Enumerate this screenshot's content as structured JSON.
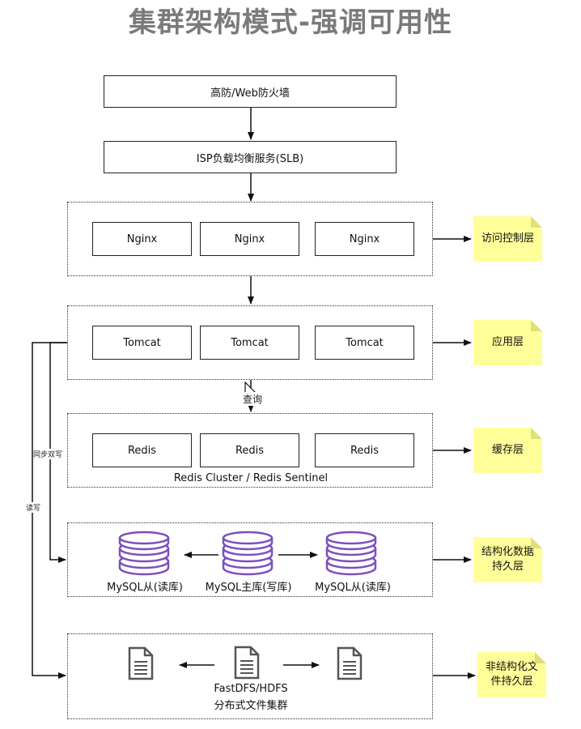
{
  "title": "集群架构模式-强调可用性",
  "top_boxes": [
    "高防/Web防火墙",
    "ISP负载均衡服务(SLB)"
  ],
  "nginx": [
    "Nginx",
    "Nginx",
    "Nginx"
  ],
  "tomcat": [
    "Tomcat",
    "Tomcat",
    "Tomcat"
  ],
  "redis": [
    "Redis",
    "Redis",
    "Redis"
  ],
  "redis_caption": "Redis Cluster /  Redis Sentinel",
  "mysql": [
    "MySQL从(读库)",
    "MySQL主库(写库)",
    "MySQL从(读库)"
  ],
  "fastdfs": {
    "line1": "FastDFS/HDFS",
    "line2": "分布式文件集群"
  },
  "edge_labels": {
    "query": "查询",
    "sync": "同步双写",
    "readwrite": "读写"
  },
  "notes": {
    "access": "访问控制层",
    "app": "应用层",
    "cache": "缓存层",
    "db_l1": "结构化数据",
    "db_l2": "持久层",
    "file_l1": "非结构化文",
    "file_l2": "件持久层"
  },
  "icons": {
    "database": "database-icon",
    "file": "file-icon"
  },
  "colors": {
    "db_stroke": "#7b4fc0",
    "note_bg": "#ffff99",
    "title": "#7a7a7a"
  }
}
